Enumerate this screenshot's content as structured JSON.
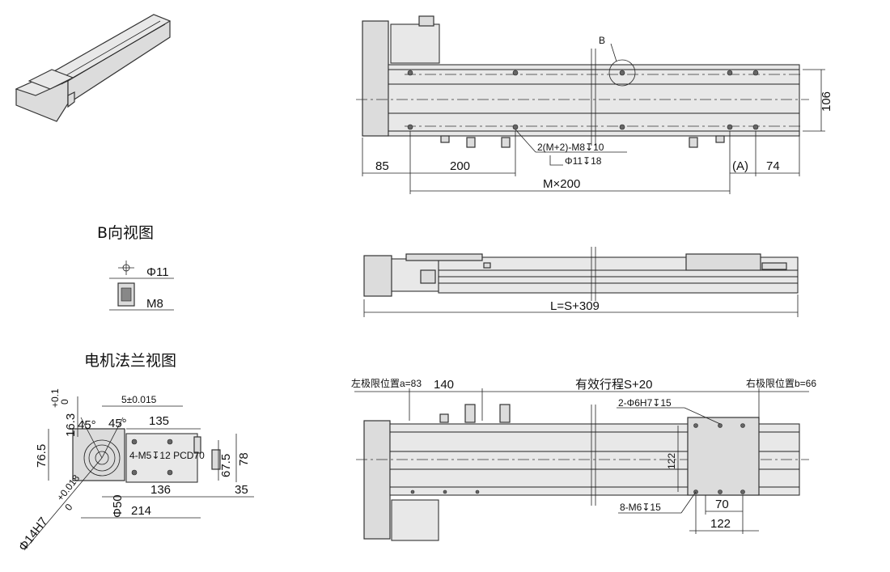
{
  "captions": {
    "b_view": "B向视图",
    "motor_flange_view": "电机法兰视图"
  },
  "top_view": {
    "detail_b": "B",
    "dim_106": "106",
    "dim_85": "85",
    "dim_200": "200",
    "dim_a": "(A)",
    "dim_74": "74",
    "dim_m200": "M×200",
    "hole_callout_1": "2(M+2)-M8↧10",
    "hole_callout_2": "Φ11↧18"
  },
  "b_view": {
    "dia": "Φ11",
    "thread": "M8"
  },
  "side_view": {
    "length": "L=S+309"
  },
  "bottom_view": {
    "left_limit": "左极限位置a=83",
    "dim_140": "140",
    "stroke": "有效行程S+20",
    "right_limit": "右极限位置b=66",
    "pin_holes": "2-Φ6H7↧15",
    "dim_122v": "122",
    "tap_holes": "8-M6↧15",
    "dim_70": "70",
    "dim_122h": "122"
  },
  "flange_view": {
    "tol": "5±0.015",
    "dim_16_3": "16.3",
    "tol_16_3_up": "+0.1",
    "tol_16_3_dn": "0",
    "angle1": "45°",
    "angle2": "45°",
    "dim_135": "135",
    "dim_76_5": "76.5",
    "pcd": "4-M5↧12 PCD70",
    "dim_67_5": "67.5",
    "dim_78": "78",
    "dim_136": "136",
    "dim_35": "35",
    "dim_phi50": "Φ50",
    "dim_214": "214",
    "bore": "Φ14H7",
    "bore_tol_up": "+0.018",
    "bore_tol_dn": "0"
  }
}
